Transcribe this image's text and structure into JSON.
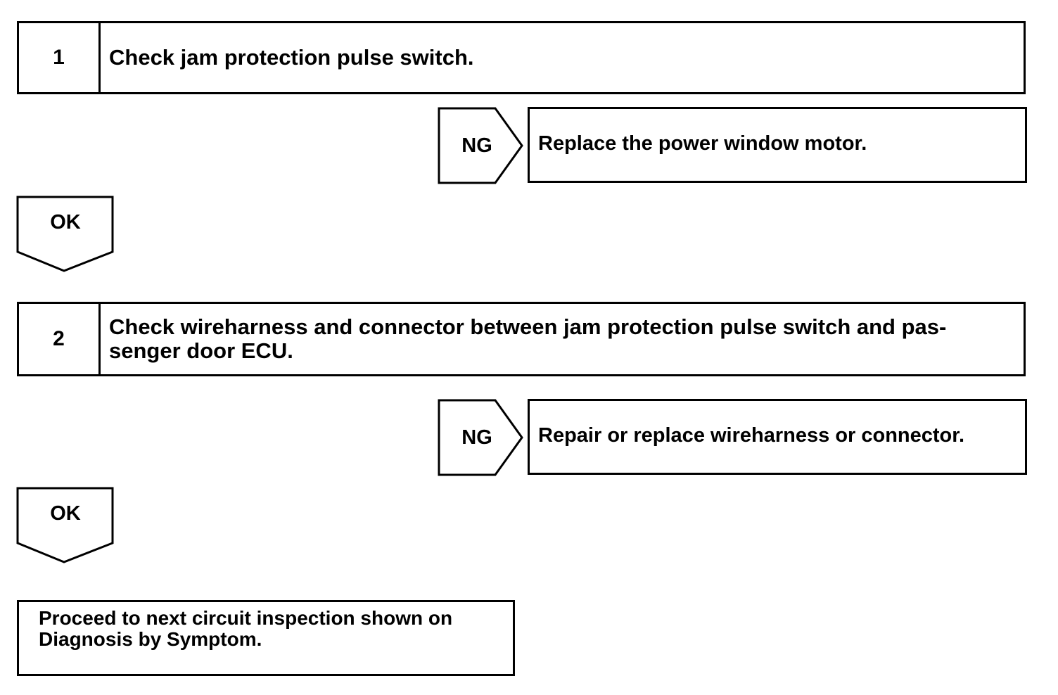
{
  "steps": [
    {
      "number": "1",
      "text": "Check jam protection pulse switch."
    },
    {
      "number": "2",
      "text": "Check wireharness and connector between jam protection pulse switch and pas-\nsenger door ECU."
    }
  ],
  "ng_results": [
    {
      "label": "NG",
      "text": "Replace the power window motor."
    },
    {
      "label": "NG",
      "text": "Repair or replace wireharness or connector."
    }
  ],
  "ok_labels": [
    "OK",
    "OK"
  ],
  "final": {
    "line1": "Proceed to next circuit inspection shown on",
    "line2": "Diagnosis by Symptom."
  },
  "colors": {
    "line": "#000000",
    "background": "#ffffff"
  }
}
